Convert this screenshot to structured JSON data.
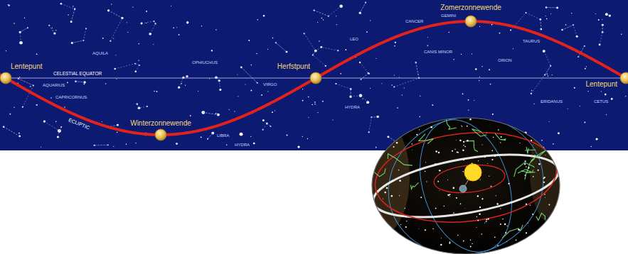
{
  "diagram": {
    "labels": [
      "Lentepunt",
      "CELESTIAL EQUATOR",
      "Winterzonnewende",
      "ECLIPTIC",
      "Herfstpunt",
      "Zomerzonnewende",
      "Lentepunt",
      "AQUILA",
      "AQUARIUS",
      "CAPRICORNUS",
      "OPHIUCHUS",
      "LIBRA",
      "HYDRA",
      "VIRGO",
      "HYDRA",
      "LEO",
      "CANCER",
      "GEMINI",
      "CANIS MINOR",
      "TAURUS",
      "ORION",
      "ERIDANUS",
      "CETUS"
    ]
  }
}
